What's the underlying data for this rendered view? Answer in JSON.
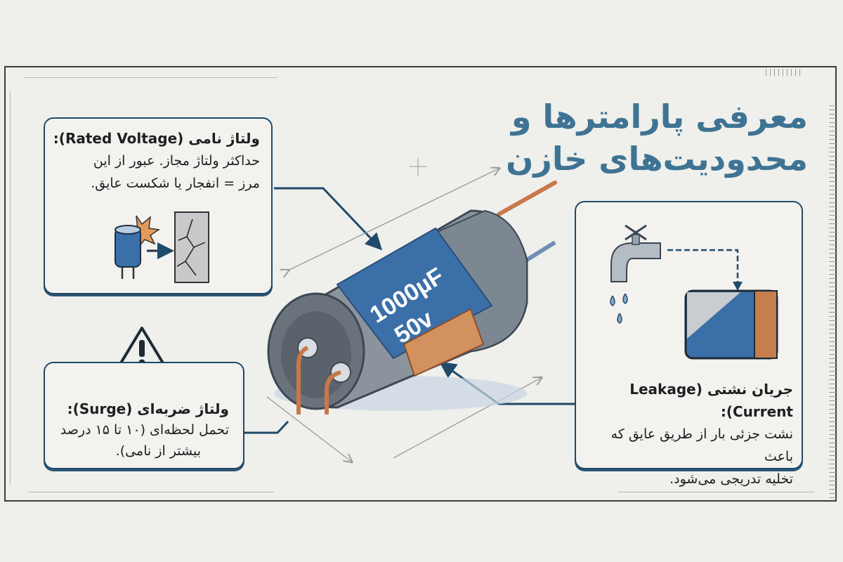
{
  "title": "معرفی پارامترها و محدودیت‌های خازن",
  "capacitor": {
    "label_capacitance": "1000µF",
    "label_voltage": "50v"
  },
  "cards": {
    "rated_voltage": {
      "heading": "ولتاژ نامی (Rated Voltage):",
      "line1": "حداکثر ولتاژ مجاز. عبور از این",
      "line2": "مرز = انفجار یا شکست عایق."
    },
    "surge": {
      "heading": "ولتاژ ضربه‌ای (Surge):",
      "line1": "تحمل لحظه‌ای (۱۰ تا ۱۵ درصد",
      "line2": "بیشتر از نامی)."
    },
    "leakage": {
      "heading": "جریان نشتی (Leakage Current):",
      "line1": "نشت جزئی بار از طریق عایق که باعث",
      "line2": "تخلیه تدریجی می‌شود."
    }
  },
  "colors": {
    "title": "#3e7393",
    "card_border": "#1f4a6a",
    "capacitor_label": "#3b6fa8",
    "copper": "#c8784a",
    "background": "#efeeea"
  }
}
